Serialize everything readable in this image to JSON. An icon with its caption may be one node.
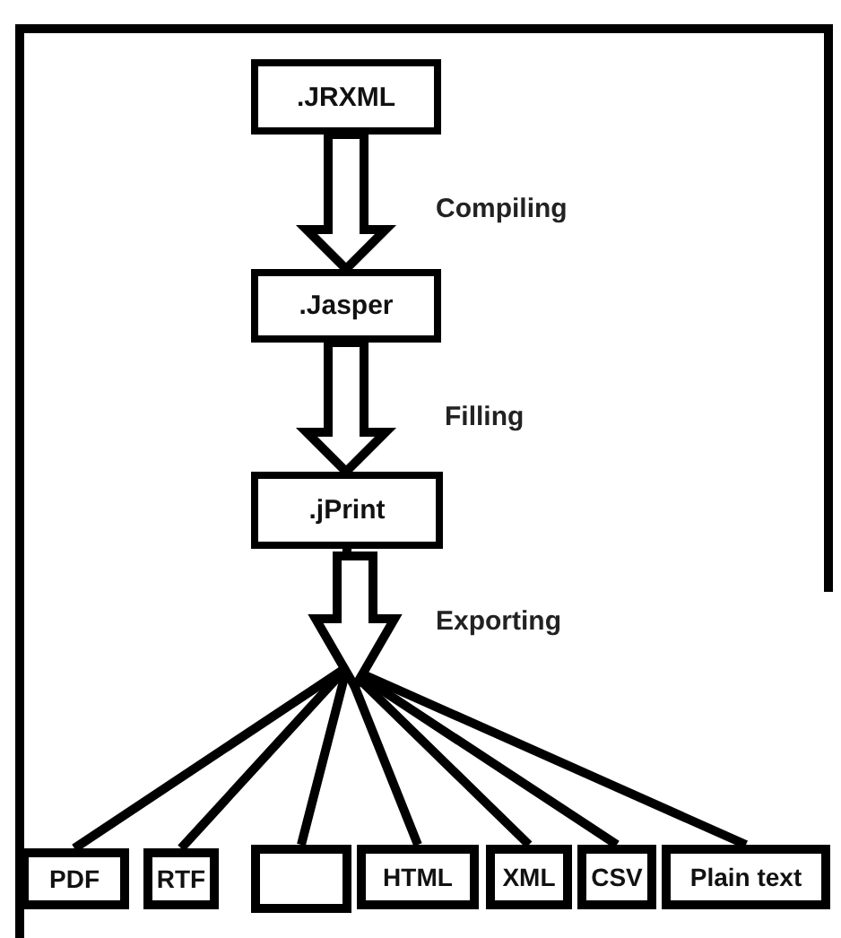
{
  "diagram": {
    "nodes": [
      {
        "text": [
          ".JRXML"
        ]
      },
      {
        "text": [
          ".Jasper"
        ]
      },
      {
        "text": [
          ".jPrint"
        ]
      },
      {
        "text": [
          "PDF"
        ]
      },
      {
        "text": [
          "RTF"
        ]
      },
      {
        "text": [],
        "shape": "box"
      },
      {
        "text": [
          "HTML"
        ]
      },
      {
        "text": [
          "XML"
        ]
      },
      {
        "text": [
          "CSV"
        ]
      },
      {
        "text": [
          "Plain text"
        ]
      }
    ],
    "edges": [
      {
        "from": 0,
        "to": 1,
        "arrow": "to",
        "label": "Compiling"
      },
      {
        "from": 1,
        "to": 2,
        "arrow": "to",
        "label": "Filling"
      },
      {
        "from": 2,
        "to": 3,
        "arrow": "none"
      },
      {
        "from": 2,
        "to": 4,
        "arrow": "none"
      },
      {
        "from": 2,
        "to": 5,
        "arrow": "none"
      },
      {
        "from": 2,
        "to": 6,
        "arrow": "none"
      },
      {
        "from": 2,
        "to": 7,
        "arrow": "none"
      },
      {
        "from": 2,
        "to": 8,
        "arrow": "none"
      },
      {
        "from": 2,
        "to": 9,
        "arrow": "none"
      }
    ],
    "labels": [
      "Exporting"
    ]
  }
}
